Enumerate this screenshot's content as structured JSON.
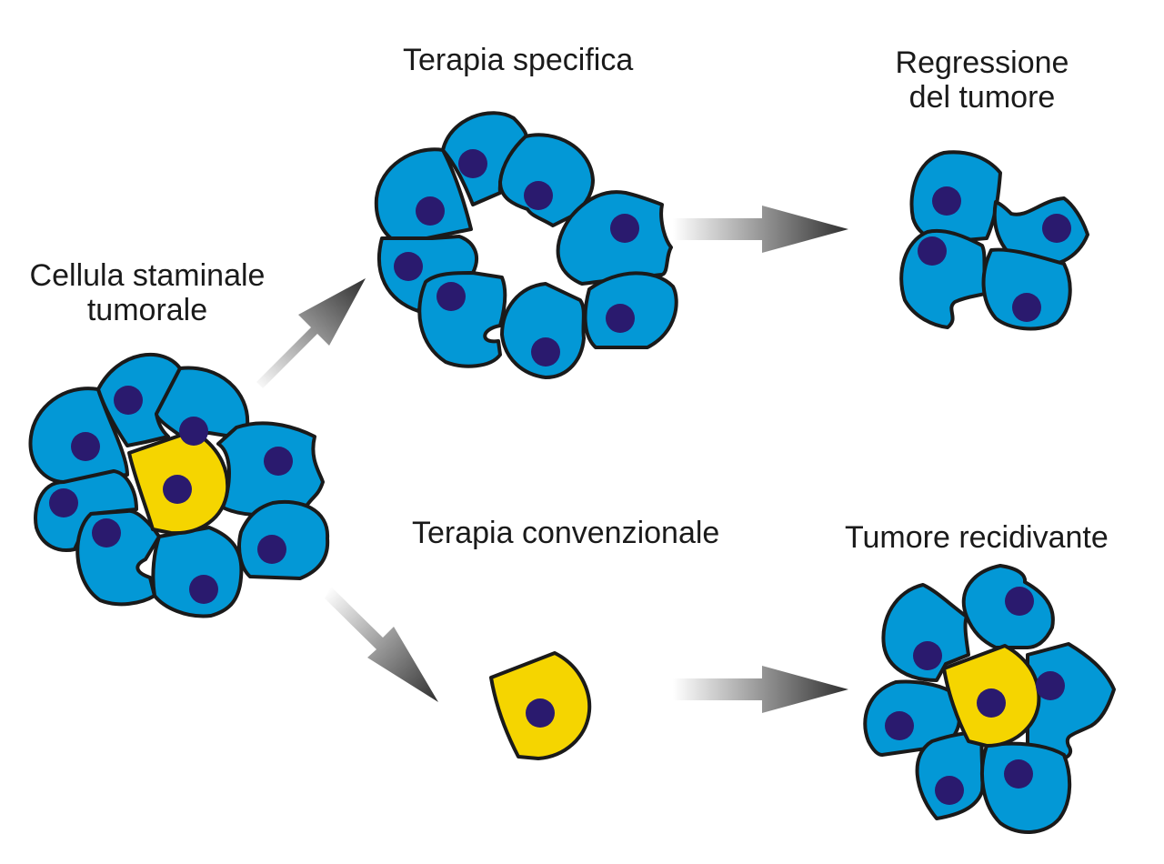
{
  "labels": {
    "stem_cell": "Cellula staminale\ntumorale",
    "specific_therapy": "Terapia specifica",
    "tumor_regression": "Regressione\ndel tumore",
    "conventional_therapy": "Terapia convenzionale",
    "recurrent_tumor": "Tumore recidivante"
  },
  "colors": {
    "tumor_cell": "#0398d6",
    "stem_cell": "#f5d500",
    "nucleus": "#2a1a6e",
    "outline": "#1a1a1a"
  }
}
